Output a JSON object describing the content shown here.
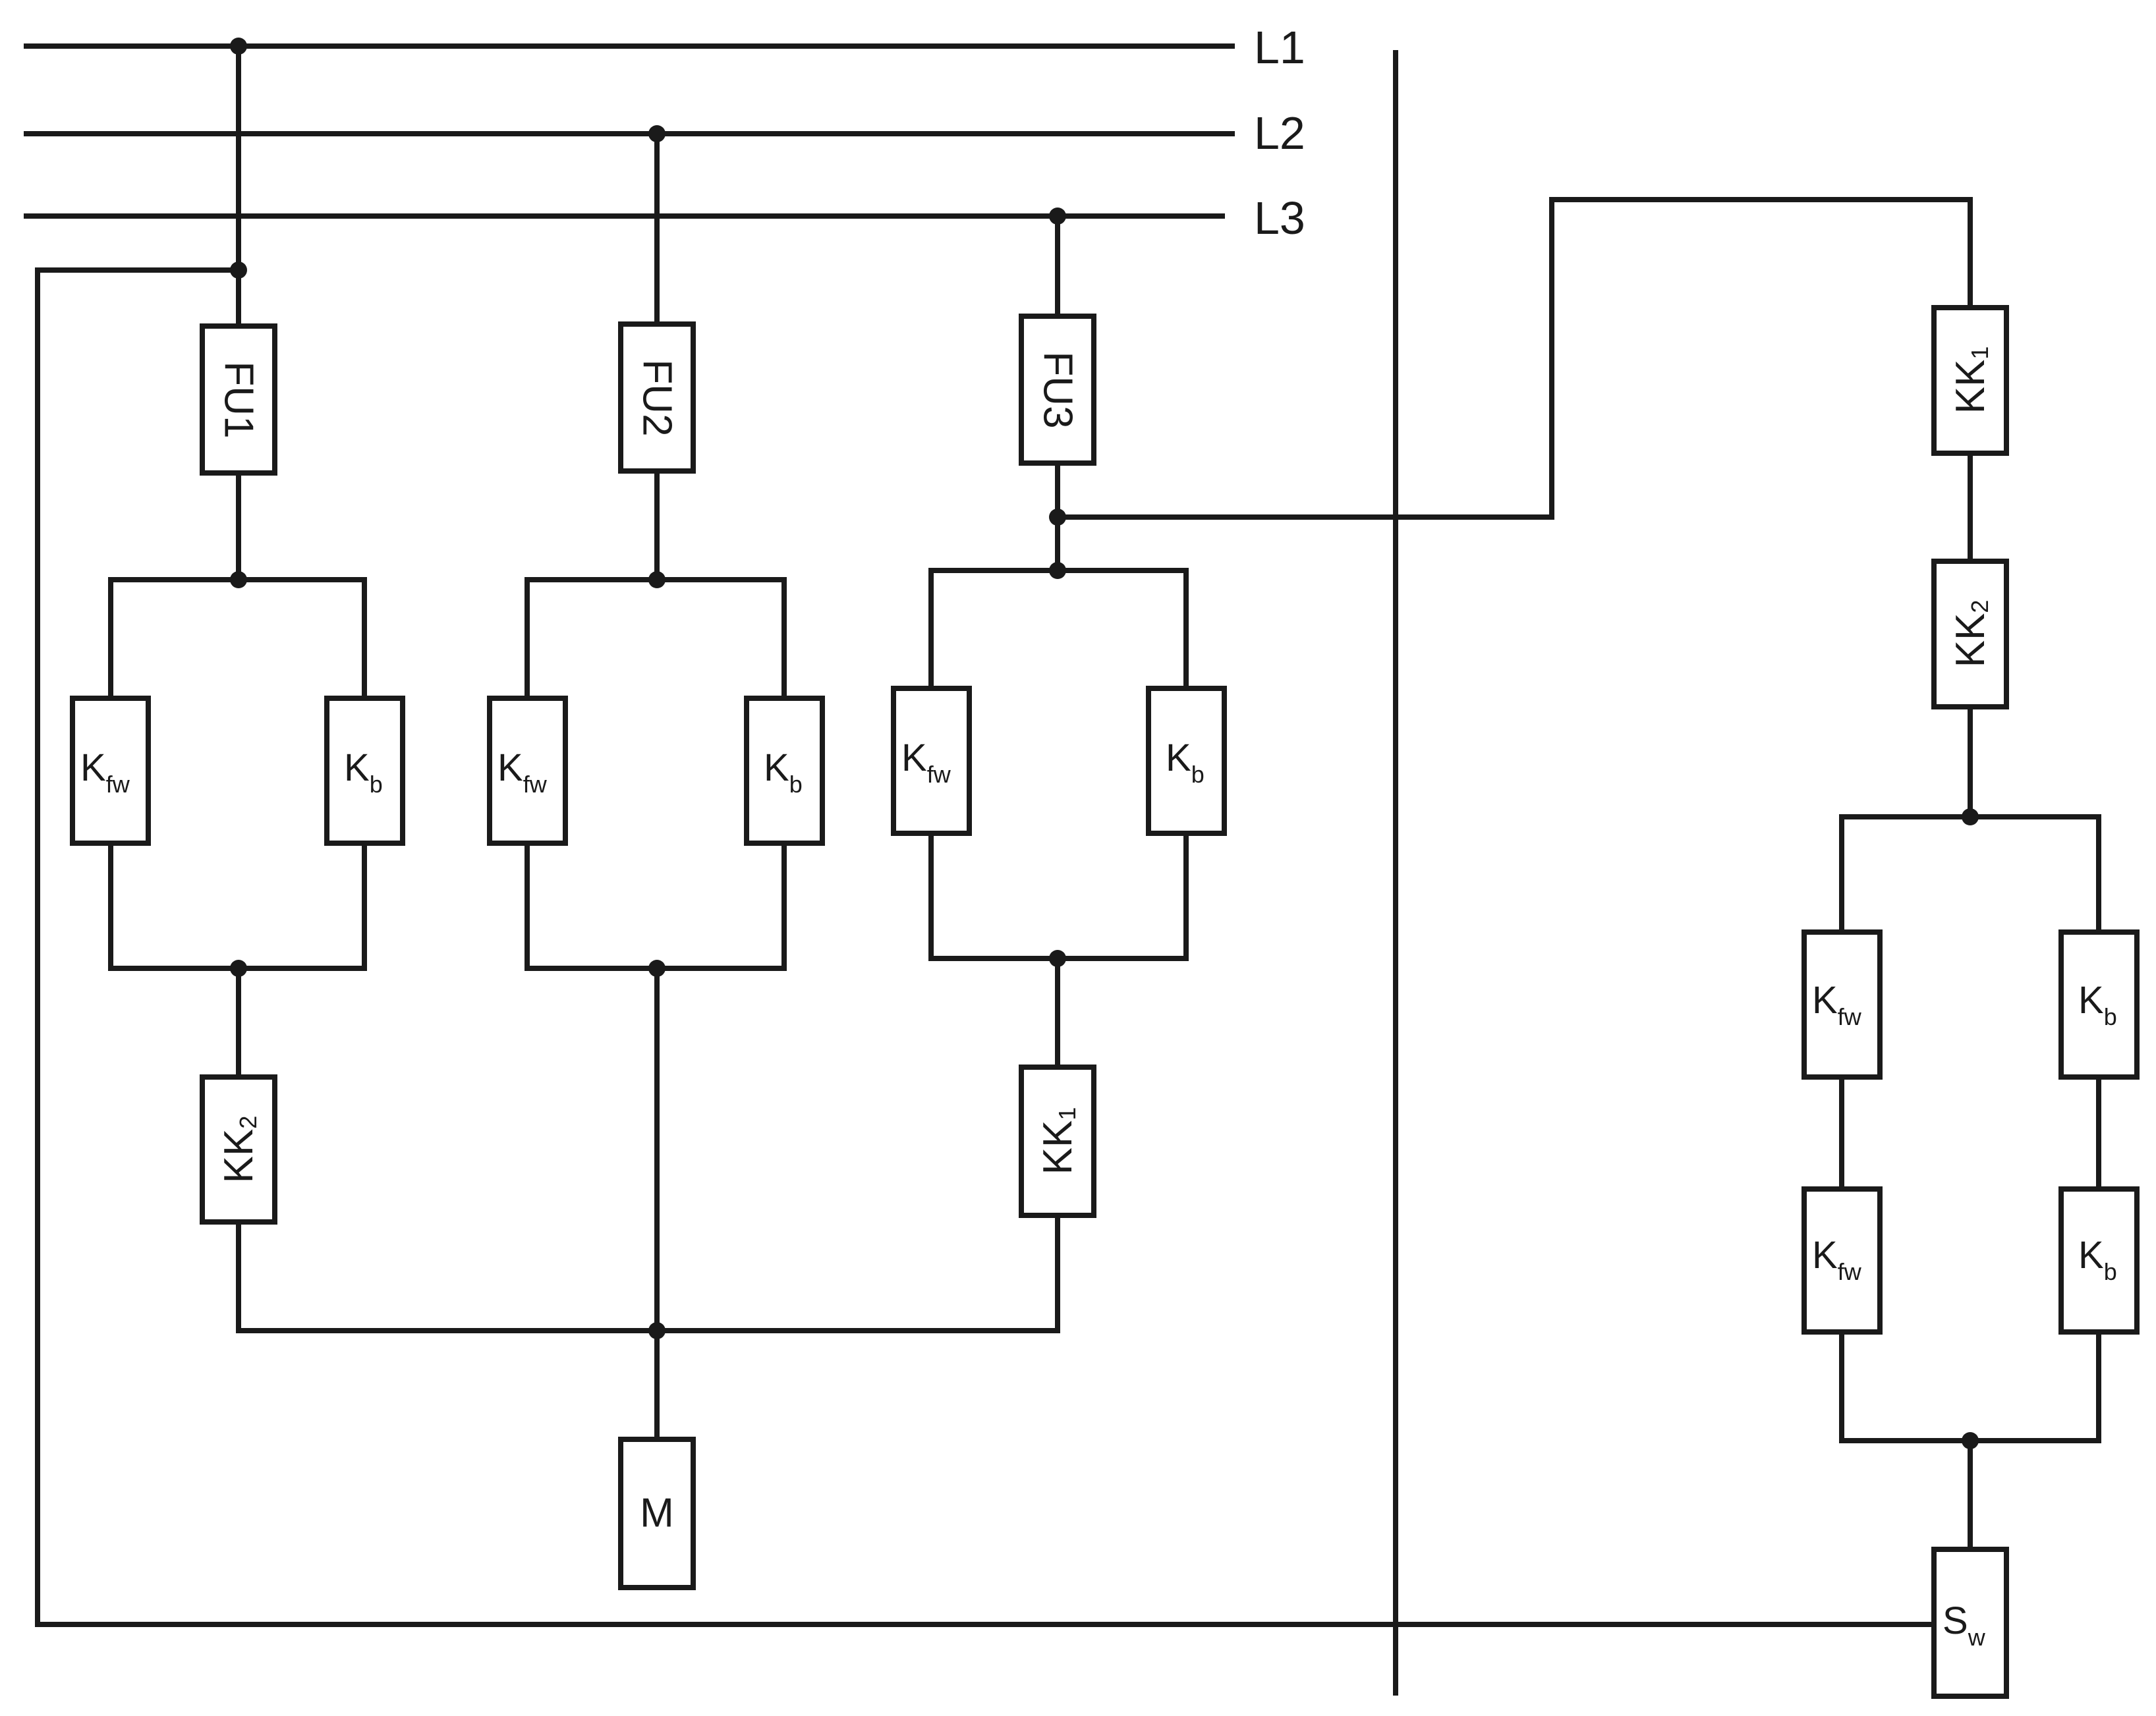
{
  "lines": {
    "l1": "L1",
    "l2": "L2",
    "l3": "L3"
  },
  "fuses": {
    "fu1": "FU1",
    "fu2": "FU2",
    "fu3": "FU3"
  },
  "contactor": {
    "main": "K",
    "fw_sub": "fw",
    "b_sub": "b"
  },
  "thermal": {
    "main": "KK",
    "sub1": "1",
    "sub2": "2"
  },
  "motor": "M",
  "switch": {
    "main": "S",
    "sub": "w"
  },
  "colors": {
    "ink": "#1a1a1a",
    "background": "#ffffff"
  }
}
